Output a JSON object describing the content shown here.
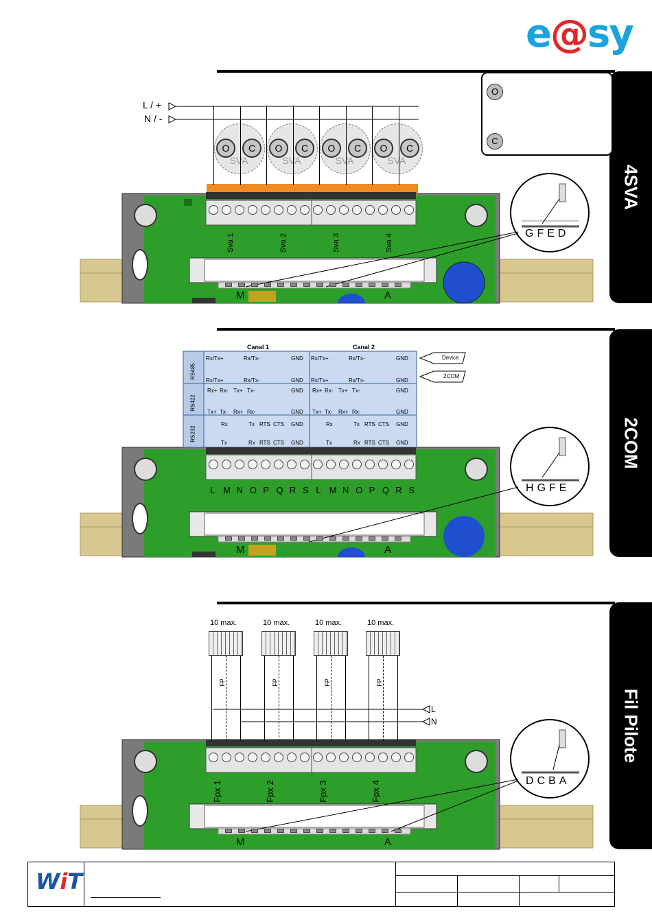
{
  "brand": {
    "logo_text_left": "e",
    "logo_text_at": "@",
    "logo_text_right": "sy",
    "color_logo": "#1aa3dd",
    "color_at": "#e3262a"
  },
  "colors": {
    "board_green": "#2e9e2a",
    "rail_tan": "#d8c890",
    "terminal_orange": "#f08a24",
    "table_blue": "#c9daf2"
  },
  "section_4sva": {
    "tab_label": "4SVA",
    "supply_l": "L / +",
    "supply_n": "N / -",
    "valve_open": "O",
    "valve_close": "C",
    "valve_label": "SVA",
    "channels": [
      "Sva 1",
      "Sva 2",
      "Sva 3",
      "Sva 4"
    ],
    "zoom_letters": [
      "G",
      "F",
      "E",
      "D"
    ],
    "row_start": "M",
    "row_end": "A",
    "legend_open": "O",
    "legend_close": "C"
  },
  "section_2com": {
    "tab_label": "2COM",
    "canal1": "Canal 1",
    "canal2": "Canal 2",
    "protocols": [
      "RS485",
      "RS422",
      "RS232"
    ],
    "rs485_top": [
      "Rx/Tx+",
      "Rx/Tx-",
      "GND"
    ],
    "rs485_bottom": [
      "Rx/Tx+",
      "Rx/Tx-",
      "GND"
    ],
    "rs422_top": [
      "Rx+",
      "Rx-",
      "Tx+",
      "Tx-",
      "GND"
    ],
    "rs422_bottom": [
      "Tx+",
      "Tx-",
      "Rx+",
      "Rx-",
      "GND"
    ],
    "rs232_top": [
      "Rx",
      "Tx",
      "RTS",
      "CTS",
      "GND"
    ],
    "rs232_bottom": [
      "Tx",
      "Rx",
      "RTS",
      "CTS",
      "GND"
    ],
    "arrow_device": "Device",
    "arrow_2com": "2COM",
    "terminal_letters": [
      "L",
      "M",
      "N",
      "O",
      "P",
      "Q",
      "R",
      "S",
      "L",
      "M",
      "N",
      "O",
      "P",
      "Q",
      "R",
      "S"
    ],
    "zoom_letters": [
      "H",
      "G",
      "F",
      "E"
    ],
    "row_start": "M",
    "row_end": "A"
  },
  "section_fp": {
    "tab_label": "Fil Pilote",
    "max_label": "10 max.",
    "fp_label": "FP",
    "line_l": "L",
    "line_n": "N",
    "channels": [
      "Fpx 1",
      "Fpx 2",
      "Fpx 3",
      "Fpx 4"
    ],
    "zoom_letters": [
      "D",
      "C",
      "B",
      "A"
    ],
    "row_start": "M",
    "row_end": "A"
  },
  "footer": {
    "logo_w": "W",
    "logo_i": "i",
    "logo_t": "T"
  }
}
